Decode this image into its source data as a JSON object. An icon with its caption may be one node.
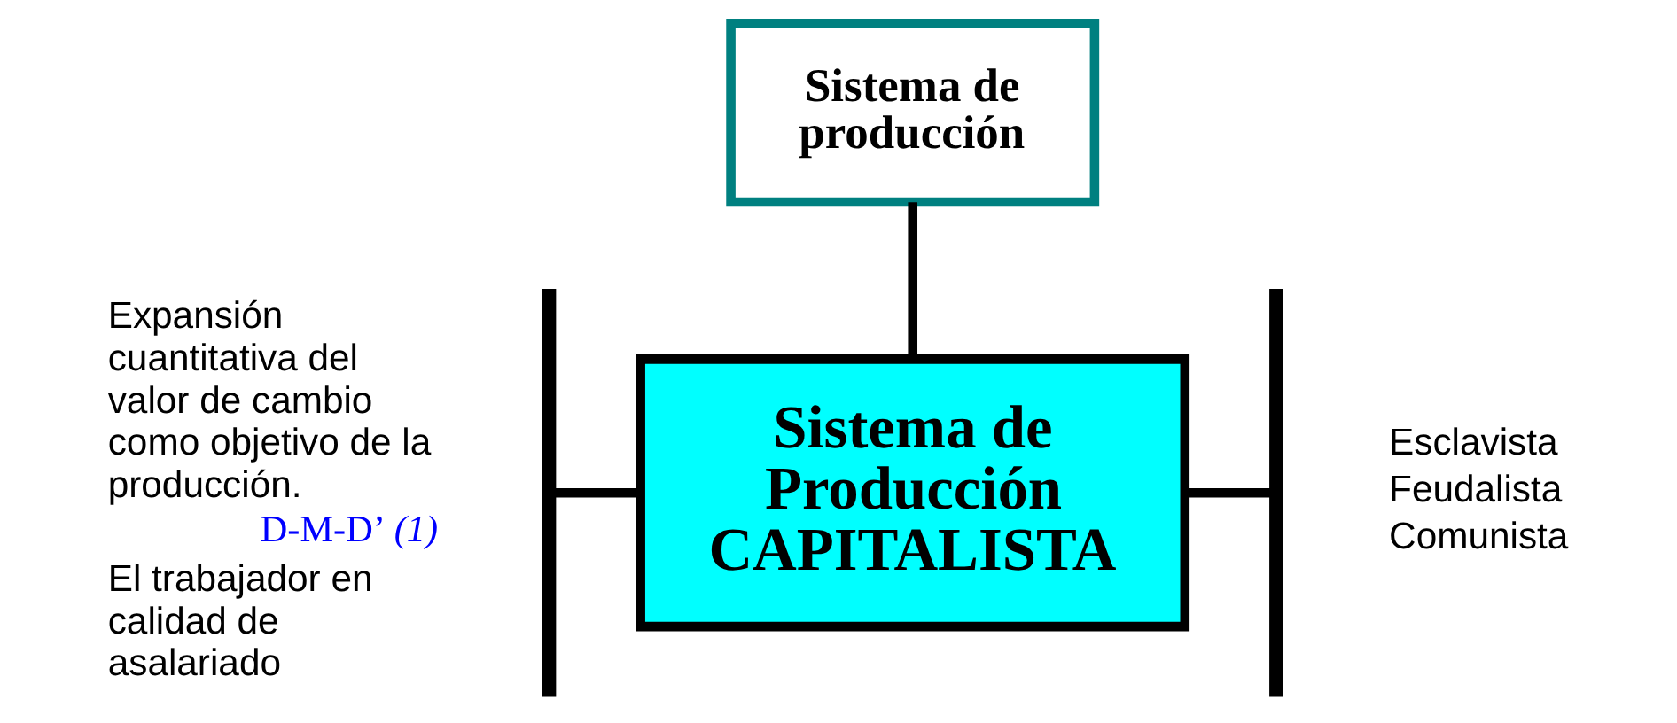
{
  "diagram": {
    "nodes": [
      {
        "text": [
          "Sistema de producción"
        ]
      },
      {
        "text": [
          "Sistema de Producción CAPITALISTA"
        ]
      },
      {
        "text": [],
        "shape": "bar"
      },
      {
        "text": [],
        "shape": "bar"
      }
    ],
    "edges": [
      {
        "from": 0,
        "to": 1,
        "arrow": "none"
      },
      {
        "from": 2,
        "to": 1,
        "arrow": "none"
      },
      {
        "from": 1,
        "to": 3,
        "arrow": "none"
      }
    ],
    "labels": [
      "Expansión cuantitativa del valor de cambio como objetivo de la producción.",
      "D-M-D’ *(1)*",
      "El trabajador en calidad de asalariado",
      "Esclavista",
      "Feudalista",
      "Comunista"
    ]
  }
}
